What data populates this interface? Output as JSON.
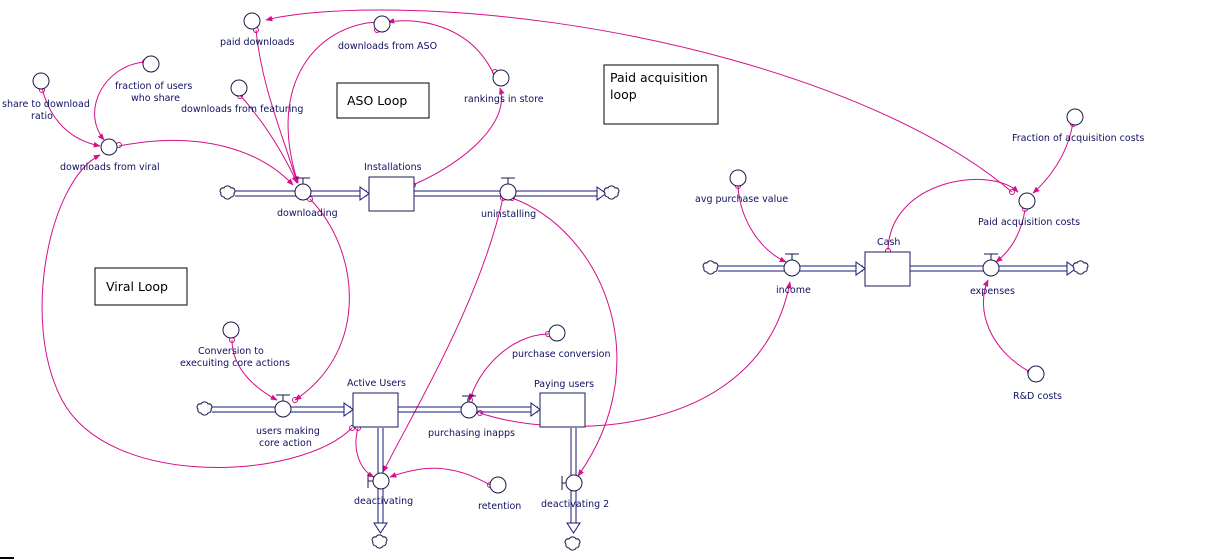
{
  "notes": {
    "aso_loop": "ASO Loop",
    "paid_loop_1": "Paid acquisition",
    "paid_loop_2": "loop",
    "viral_loop": "Viral Loop"
  },
  "stocks": {
    "installations": "Installations",
    "active_users": "Active Users",
    "paying_users": "Paying users",
    "cash": "Cash"
  },
  "flows": {
    "downloading": "downloading",
    "uninstalling": "uninstalling",
    "users_making_1": "users making",
    "users_making_2": "core action",
    "purchasing_inapps": "purchasing inapps",
    "deactivating": "deactivating",
    "deactivating_2": "deactivating 2",
    "income": "income",
    "expenses": "expenses"
  },
  "variables": {
    "paid_downloads": "paid downloads",
    "downloads_from_aso": "downloads from ASO",
    "rankings_in_store": "rankings in store",
    "downloads_from_featuring": "downloads from featuring",
    "fraction_users_1": "fraction of users",
    "fraction_users_2": "who share",
    "share_to_download_1": "share to download",
    "share_to_download_2": "ratio",
    "downloads_from_viral": "downloads from viral",
    "conversion_1": "Conversion to",
    "conversion_2": "execuiting core actions",
    "purchase_conversion": "purchase conversion",
    "retention": "retention",
    "avg_purchase_value": "avg purchase value",
    "fraction_acq_costs": "Fraction of acquisition costs",
    "paid_acq_costs": "Paid acquisition costs",
    "rd_costs": "R&D costs"
  },
  "colors": {
    "link": "#d4108a",
    "pipe": "#1a1a7a",
    "text": "#101060"
  }
}
